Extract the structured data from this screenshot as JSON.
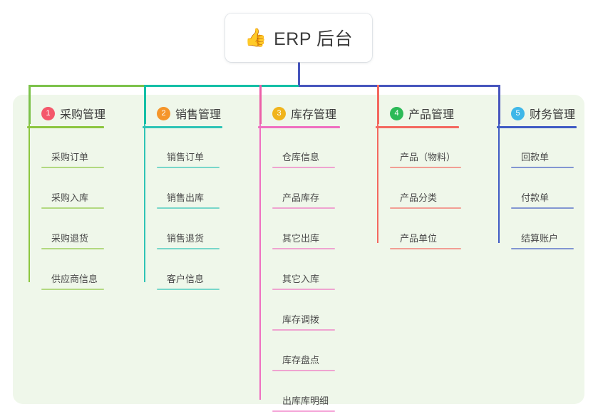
{
  "root": {
    "icon": "thumbs-up-icon",
    "icon_glyph": "👍",
    "title": "ERP 后台"
  },
  "theme": {
    "page_bg": "#ffffff",
    "panel_bg": "#eff7ea",
    "card_bg": "#ffffff",
    "text": "#3b3b3b",
    "trunk": "#4755bd",
    "bus_left": "#7cc24a",
    "bus_mid": "#14bfa6",
    "bus_right": "#4755bd"
  },
  "columns": [
    {
      "index": "1",
      "title": "采购管理",
      "badge_color": "#f4586b",
      "line_color": "#8cc63f",
      "drop_color": "#7cc24a",
      "items": [
        "采购订单",
        "采购入库",
        "采购退货",
        "供应商信息"
      ]
    },
    {
      "index": "2",
      "title": "销售管理",
      "badge_color": "#f5952a",
      "line_color": "#2ec4b6",
      "drop_color": "#14bfa6",
      "items": [
        "销售订单",
        "销售出库",
        "销售退货",
        "客户信息"
      ]
    },
    {
      "index": "3",
      "title": "库存管理",
      "badge_color": "#f0b41c",
      "line_color": "#ef6fc0",
      "drop_color": "#ec5fa8",
      "items": [
        "仓库信息",
        "产品库存",
        "其它出库",
        "其它入库",
        "库存调拨",
        "库存盘点",
        "出库库明细"
      ]
    },
    {
      "index": "4",
      "title": "产品管理",
      "badge_color": "#2cba57",
      "line_color": "#f4685f",
      "drop_color": "#f4685f",
      "items": [
        "产品（物料）",
        "产品分类",
        "产品单位"
      ]
    },
    {
      "index": "5",
      "title": "财务管理",
      "badge_color": "#3fb7e8",
      "line_color": "#3f5bc4",
      "drop_color": "#4755bd",
      "items": [
        "回款单",
        "付款单",
        "结算账户"
      ]
    }
  ]
}
